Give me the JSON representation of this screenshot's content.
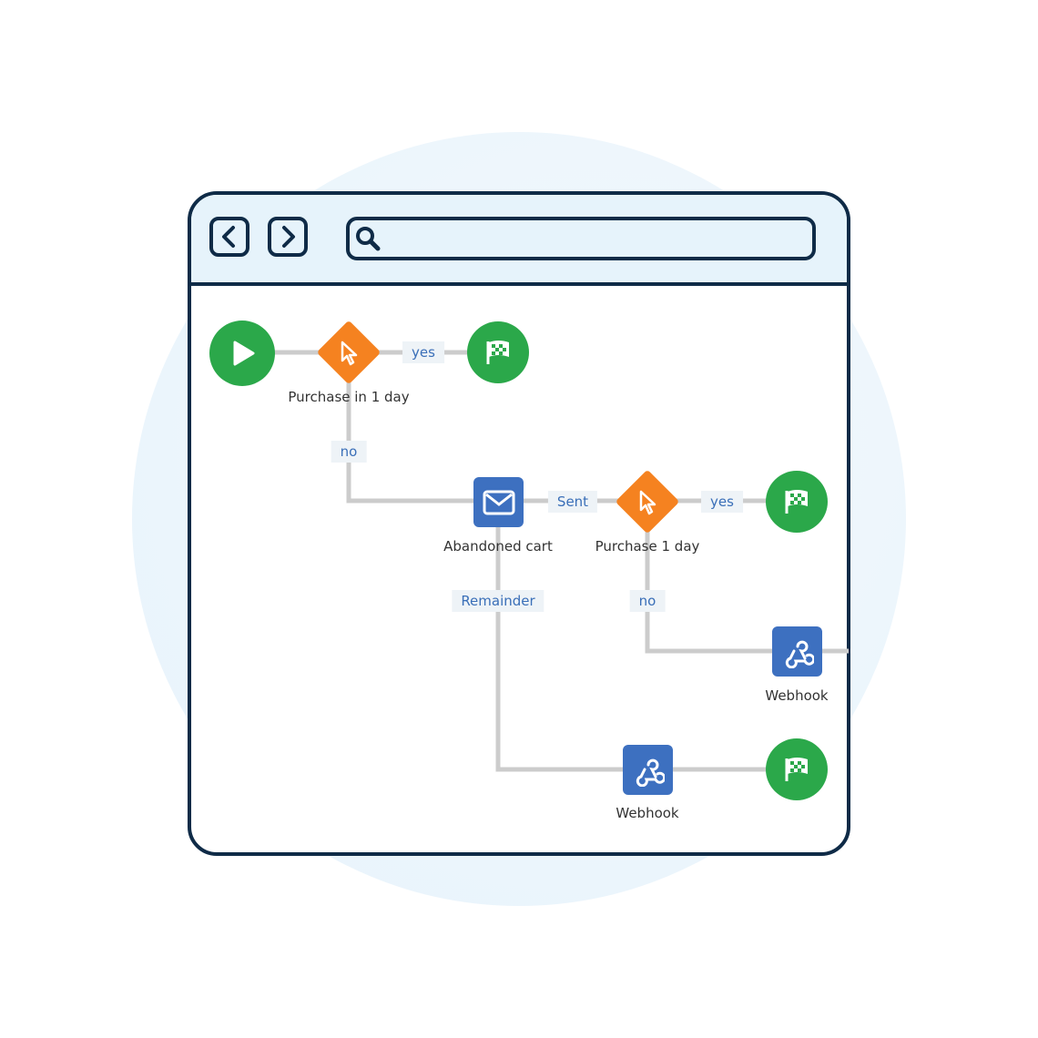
{
  "colors": {
    "start": "#2ba84a",
    "decision": "#f58220",
    "action": "#3d70c0",
    "frame": "#0f2b47",
    "connector": "#cccccc"
  },
  "browser": {
    "back_icon": "chevron-left-icon",
    "forward_icon": "chevron-right-icon",
    "search_icon": "magnifier-icon"
  },
  "nodes": {
    "start": {
      "icon": "play-icon"
    },
    "decision1": {
      "icon": "cursor-icon",
      "label": "Purchase in 1 day"
    },
    "finish1": {
      "icon": "checkered-flag-icon"
    },
    "email": {
      "icon": "envelope-icon",
      "label": "Abandoned cart"
    },
    "decision2": {
      "icon": "cursor-icon",
      "label": "Purchase 1 day"
    },
    "finish2": {
      "icon": "checkered-flag-icon"
    },
    "webhook1": {
      "icon": "webhook-icon",
      "label": "Webhook"
    },
    "webhook2": {
      "icon": "webhook-icon",
      "label": "Webhook"
    },
    "finish3": {
      "icon": "checkered-flag-icon"
    }
  },
  "edges": {
    "yes1": "yes",
    "no1": "no",
    "sent": "Sent",
    "yes2": "yes",
    "remainder": "Remainder",
    "no2": "no"
  }
}
